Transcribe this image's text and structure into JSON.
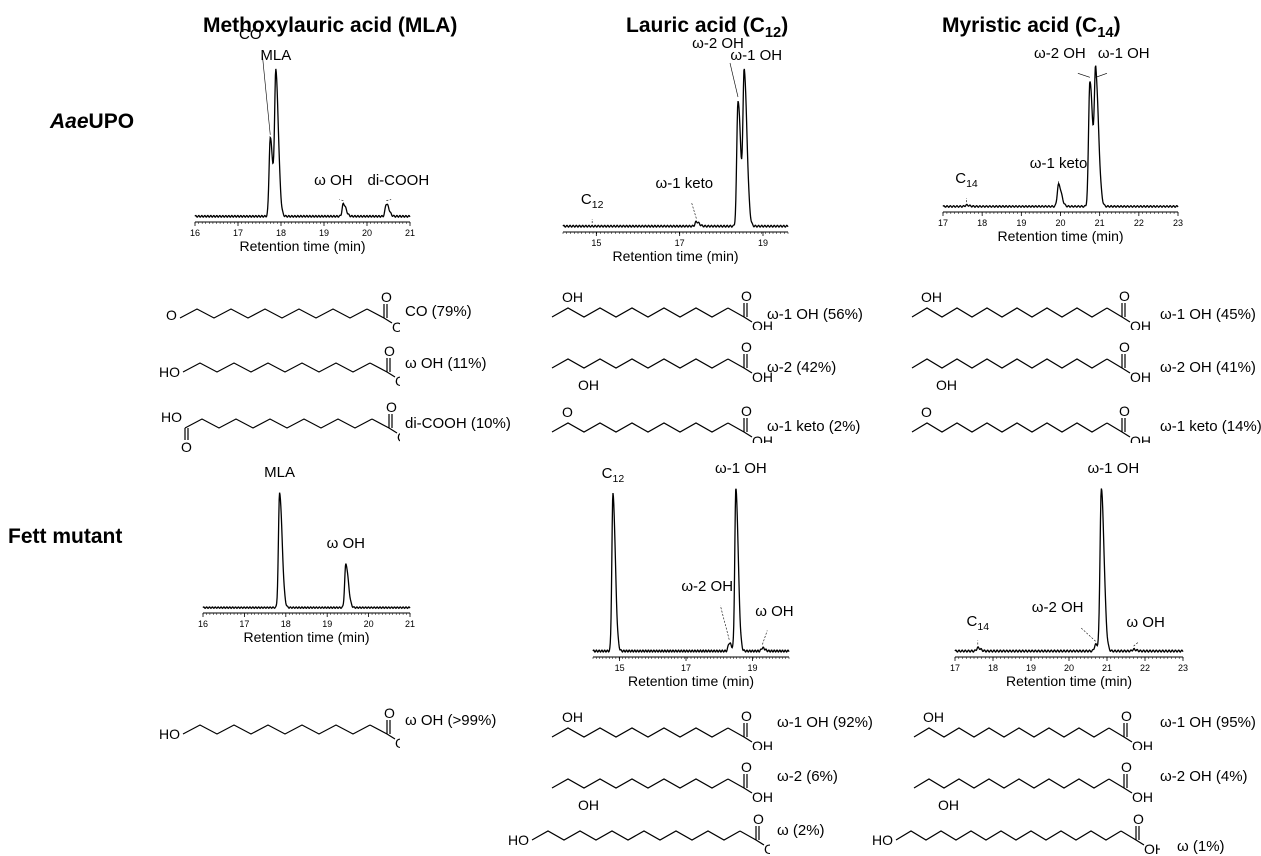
{
  "columns": [
    {
      "title_main": "Methoxylauric acid (MLA)",
      "title_sub": "",
      "title_end": ""
    },
    {
      "title_main": "Lauric acid (C",
      "title_sub": "12",
      "title_end": ")"
    },
    {
      "title_main": "Myristic acid (C",
      "title_sub": "14",
      "title_end": ")"
    }
  ],
  "rows": [
    {
      "title_italic": "Aae",
      "title_rest": "UPO"
    },
    {
      "title_italic": "",
      "title_rest": "Fett mutant"
    }
  ],
  "x_axis_label": "Retention time (min)",
  "chart_data": [
    {
      "type": "line",
      "panel": "AaeUPO / MLA",
      "xlabel": "Retention time (min)",
      "xlim": [
        16,
        21
      ],
      "ticks": [
        16,
        17,
        18,
        19,
        20,
        21
      ],
      "peaks": [
        {
          "label": "CO",
          "x": 17.75,
          "height": 0.56
        },
        {
          "label": "MLA",
          "x": 17.88,
          "height": 1.0
        },
        {
          "label": "ω OH",
          "x": 19.45,
          "height": 0.09
        },
        {
          "label": "di-COOH",
          "x": 20.45,
          "height": 0.09
        }
      ]
    },
    {
      "type": "line",
      "panel": "AaeUPO / C12",
      "xlabel": "Retention time (min)",
      "xlim": [
        14.2,
        19.6
      ],
      "ticks": [
        15,
        17,
        19
      ],
      "peaks": [
        {
          "label": "C12",
          "x": 14.9,
          "height": 0.0
        },
        {
          "label": "ω-1 keto",
          "x": 17.4,
          "height": 0.03
        },
        {
          "label": "ω-2 OH",
          "x": 18.4,
          "height": 0.84
        },
        {
          "label": "ω-1 OH",
          "x": 18.55,
          "height": 1.0
        }
      ]
    },
    {
      "type": "line",
      "panel": "AaeUPO / C14",
      "xlabel": "Retention time (min)",
      "xlim": [
        17,
        23
      ],
      "ticks": [
        17,
        18,
        19,
        20,
        21,
        22,
        23
      ],
      "peaks": [
        {
          "label": "C14",
          "x": 17.6,
          "height": 0.01
        },
        {
          "label": "ω-1 keto",
          "x": 19.95,
          "height": 0.17
        },
        {
          "label": "ω-2 OH",
          "x": 20.75,
          "height": 0.97
        },
        {
          "label": "ω-1 OH",
          "x": 20.9,
          "height": 0.97
        }
      ]
    },
    {
      "type": "line",
      "panel": "Fett mutant / MLA",
      "xlabel": "Retention time (min)",
      "xlim": [
        16,
        21
      ],
      "ticks": [
        16,
        17,
        18,
        19,
        20,
        21
      ],
      "peaks": [
        {
          "label": "MLA",
          "x": 17.85,
          "height": 1.0
        },
        {
          "label": "ω OH",
          "x": 19.45,
          "height": 0.38
        }
      ]
    },
    {
      "type": "line",
      "panel": "Fett mutant / C12",
      "xlabel": "Retention time (min)",
      "xlim": [
        14.2,
        20.1
      ],
      "ticks": [
        15,
        17,
        19
      ],
      "peaks": [
        {
          "label": "C12",
          "x": 14.8,
          "height": 0.97
        },
        {
          "label": "ω-2 OH",
          "x": 18.3,
          "height": 0.05
        },
        {
          "label": "ω-1 OH",
          "x": 18.5,
          "height": 1.0
        },
        {
          "label": "ω OH",
          "x": 19.3,
          "height": 0.02
        }
      ]
    },
    {
      "type": "line",
      "panel": "Fett mutant / C14",
      "xlabel": "Retention time (min)",
      "xlim": [
        17,
        23
      ],
      "ticks": [
        17,
        18,
        19,
        20,
        21,
        22,
        23
      ],
      "peaks": [
        {
          "label": "C14",
          "x": 17.6,
          "height": 0.02
        },
        {
          "label": "ω-2 OH",
          "x": 20.7,
          "height": 0.04
        },
        {
          "label": "ω-1 OH",
          "x": 20.85,
          "height": 1.0
        },
        {
          "label": "ω OH",
          "x": 21.7,
          "height": 0.01
        }
      ]
    }
  ],
  "products": {
    "aae_mla": [
      "CO (79%)",
      "ω OH (11%)",
      "di-COOH (10%)"
    ],
    "aae_c12": [
      "ω-1 OH (56%)",
      "ω-2 (42%)",
      "ω-1 keto (2%)"
    ],
    "aae_c14": [
      "ω-1 OH (45%)",
      "ω-2 OH (41%)",
      "ω-1 keto (14%)"
    ],
    "fett_mla": [
      "ω OH (>99%)"
    ],
    "fett_c12": [
      "ω-1 OH (92%)",
      "ω-2 (6%)",
      "ω (2%)"
    ],
    "fett_c14": [
      "ω-1 OH (95%)",
      "ω-2 OH (4%)",
      "ω (1%)"
    ]
  },
  "atoms": {
    "O": "O",
    "OH": "OH",
    "HO": "HO",
    "H": "H"
  }
}
